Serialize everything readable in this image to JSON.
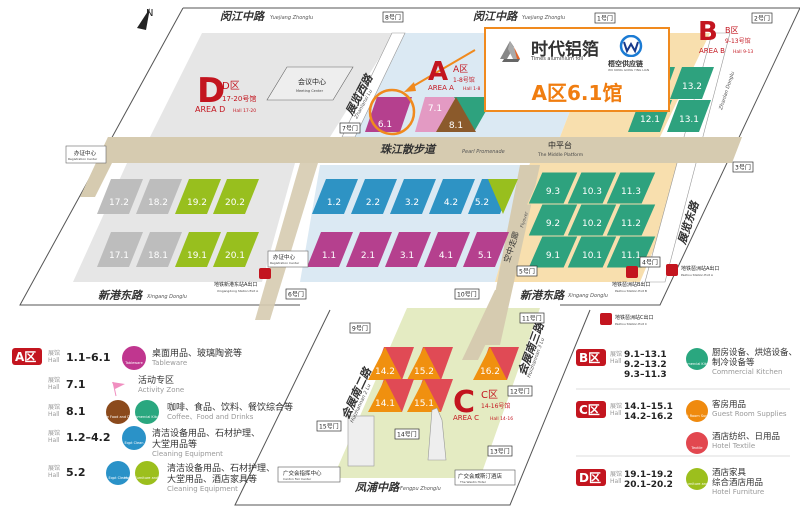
{
  "compass": "N",
  "roads": {
    "north_cn": "闵江中路",
    "north_en": "Yuejiang Zhonglu",
    "south_cn": "新港东路",
    "south_en": "Xingang Donglu",
    "fengpu_cn": "凤浦中路",
    "fengpu_en": "Fengpu Zhonglu",
    "zhanlan_west_cn": "展览西路",
    "zhanlan_west_en": "Zhanlanxi Lu",
    "zhanlan_east_cn": "展览东路",
    "zhanlan_east_en": "Zhanlan Donglu",
    "huizhan_2_cn": "会展南二路",
    "huizhan_2_en": "Huizhannan 2 Lu",
    "huizhan_3_cn": "会展南三路",
    "huizhan_3_en": "Huizhannan 3 Lu",
    "promenade_cn": "珠江散步道",
    "promenade_en": "Pearl Promenade",
    "platform_cn": "中平台",
    "platform_en": "The Middle Platform",
    "flyover_cn": "空中走廊",
    "flyover_en": "Flyover"
  },
  "areas": {
    "D": {
      "letter": "D",
      "cn": "D区",
      "halls_cn": "17-20号馆",
      "en": "AREA D",
      "halls_en": "Hall 17-20"
    },
    "A": {
      "letter": "A",
      "cn": "A区",
      "halls_cn": "1-8号馆",
      "en": "AREA A",
      "halls_en": "Hall 1-8"
    },
    "B": {
      "letter": "B",
      "cn": "B区",
      "halls_cn": "9-13号馆",
      "en": "AREA B",
      "halls_en": "Hall 9-13"
    },
    "C": {
      "letter": "C",
      "cn": "C区",
      "halls_cn": "14-16号馆",
      "en": "AREA C",
      "halls_en": "Hall 14-16"
    }
  },
  "halls": [
    {
      "label": "17.2",
      "color": "#bdbdbd"
    },
    {
      "label": "18.2",
      "color": "#bdbdbd"
    },
    {
      "label": "19.2",
      "color": "#98bf1e"
    },
    {
      "label": "20.2",
      "color": "#98bf1e"
    },
    {
      "label": "17.1",
      "color": "#bdbdbd"
    },
    {
      "label": "18.1",
      "color": "#bdbdbd"
    },
    {
      "label": "19.1",
      "color": "#98bf1e"
    },
    {
      "label": "20.1",
      "color": "#98bf1e"
    },
    {
      "label": "1.2",
      "color": "#2e93c4"
    },
    {
      "label": "2.2",
      "color": "#2e93c4"
    },
    {
      "label": "3.2",
      "color": "#2e93c4"
    },
    {
      "label": "4.2",
      "color": "#2e93c4"
    },
    {
      "label": "5.2",
      "color": "#2e93c4"
    },
    {
      "label": "1.1",
      "color": "#b5408e"
    },
    {
      "label": "2.1",
      "color": "#b5408e"
    },
    {
      "label": "3.1",
      "color": "#b5408e"
    },
    {
      "label": "4.1",
      "color": "#b5408e"
    },
    {
      "label": "5.1",
      "color": "#b5408e"
    },
    {
      "label": "6.1",
      "color": "#b5408e"
    },
    {
      "label": "7.1",
      "color": "#e39ac3"
    },
    {
      "label": "8.1",
      "color": "#8b5a2b"
    },
    {
      "label": "9.3",
      "color": "#2ea27e"
    },
    {
      "label": "10.3",
      "color": "#2ea27e"
    },
    {
      "label": "11.3",
      "color": "#2ea27e"
    },
    {
      "label": "9.2",
      "color": "#2ea27e"
    },
    {
      "label": "10.2",
      "color": "#2ea27e"
    },
    {
      "label": "11.2",
      "color": "#2ea27e"
    },
    {
      "label": "9.1",
      "color": "#2ea27e"
    },
    {
      "label": "10.1",
      "color": "#2ea27e"
    },
    {
      "label": "11.1",
      "color": "#2ea27e"
    },
    {
      "label": "12.1",
      "color": "#2ea27e"
    },
    {
      "label": "13.1",
      "color": "#2ea27e"
    },
    {
      "label": "13.2",
      "color": "#2ea27e"
    },
    {
      "label": "14.2",
      "color": "#f0900f"
    },
    {
      "label": "15.2",
      "color": "#f0900f"
    },
    {
      "label": "14.1",
      "color": "#f0900f"
    },
    {
      "label": "15.1",
      "color": "#f0900f"
    },
    {
      "label": "16.2",
      "color": "#f0900f"
    }
  ],
  "gates": [
    "1号门",
    "2号门",
    "3号门",
    "4号门",
    "5号门",
    "6号门",
    "7号门",
    "8号门",
    "9号门",
    "10号门",
    "11号门",
    "12号门",
    "13号门",
    "14号门",
    "15号门"
  ],
  "landmarks": {
    "meeting_cn": "会议中心",
    "meeting_en": "Meeting Center",
    "reg_cn": "办证中心",
    "reg_en": "Registration Center",
    "metro_xg_cn": "地铁新港东站A出口",
    "metro_xg_en": "Xingangdong Station Exit A",
    "metro_pz_a_cn": "地铁琶洲站A出口",
    "metro_pz_a_en": "Pazhou Station Exit A",
    "metro_pz_b_cn": "地铁琶洲站B出口",
    "metro_pz_b_en": "Pazhou Station Exit B",
    "metro_pz_c_cn": "地铁琶洲站C出口",
    "metro_pz_c_en": "Pazhou Station Exit C",
    "canton_cn": "广交会指挥中心",
    "canton_en": "Canton Fair Center",
    "westin_cn": "广交会威斯汀酒店",
    "westin_en": "The Westin Hotel"
  },
  "callout": {
    "brand_cn": "时代铝箔",
    "brand_en": "Times aluminium foil",
    "partner_cn": "梧空供应链",
    "partner_en": "WU KONG GONG YING LIAN",
    "hall": "A区6.1馆"
  },
  "legend": {
    "hall_cn": "展馆",
    "hall_en": "Hall",
    "left": [
      {
        "zone": "A区",
        "halls": "1.1–6.1",
        "cn": [
          "桌面用品、玻璃陶瓷等"
        ],
        "en": "Tableware",
        "icons": [
          {
            "name": "Tableware",
            "color": "#c0368f"
          }
        ]
      },
      {
        "zone": "",
        "halls": "7.1",
        "cn": [
          "活动专区"
        ],
        "en": "Activity Zone",
        "icons": []
      },
      {
        "zone": "",
        "halls": "8.1",
        "cn": [
          "咖啡、食品、饮料、餐饮综合等"
        ],
        "en": "Coffee、Food and Drinks",
        "icons": [
          {
            "name": "Coffee Food and Drinks",
            "color": "#8b4a1c"
          },
          {
            "name": "Commercial Kitchen",
            "color": "#2aa77f"
          }
        ]
      },
      {
        "zone": "",
        "halls": "1.2–4.2",
        "cn": [
          "清洁设备用品、石材护理、",
          "大堂用品等"
        ],
        "en": "Cleaning Equipment",
        "icons": [
          {
            "name": "Eqpt Clean",
            "color": "#2a92c8"
          }
        ]
      },
      {
        "zone": "",
        "halls": "5.2",
        "cn": [
          "清洁设备用品、石材护理、",
          "大堂用品、酒店家具等"
        ],
        "en": "Cleaning Equipment",
        "icons": [
          {
            "name": "Eqpt Clean",
            "color": "#2a92c8"
          },
          {
            "name": "Hotel Furniture and Decor",
            "color": "#9cbf1d"
          }
        ]
      }
    ],
    "right": [
      {
        "zone": "B区",
        "halls": [
          "9.1–13.1",
          "9.2–13.2",
          "9.3–11.3"
        ],
        "items": [
          {
            "cn": [
              "厨房设备、烘焙设备、",
              "制冷设备等"
            ],
            "en": "Commercial Kitchen",
            "icon": "Commercial Kitchen",
            "color": "#2aa77f"
          }
        ]
      },
      {
        "zone": "C区",
        "halls": [
          "14.1–15.1",
          "14.2–16.2"
        ],
        "items": [
          {
            "cn": [
              "客房用品"
            ],
            "en": "Guest Room Supplies",
            "icon": "Guest Room Supplies",
            "color": "#ef8a0e"
          },
          {
            "cn": [
              "酒店纺织、日用品"
            ],
            "en": "Hotel Textile",
            "icon": "Textile",
            "color": "#e2474f"
          }
        ]
      },
      {
        "zone": "D区",
        "halls": [
          "19.1–19.2",
          "20.1–20.2"
        ],
        "items": [
          {
            "cn": [
              "酒店家具",
              "综合酒店用品"
            ],
            "en": "Hotel Furniture",
            "icon": "Hotel Furniture and Decor",
            "color": "#9cbf1d"
          }
        ]
      }
    ]
  }
}
